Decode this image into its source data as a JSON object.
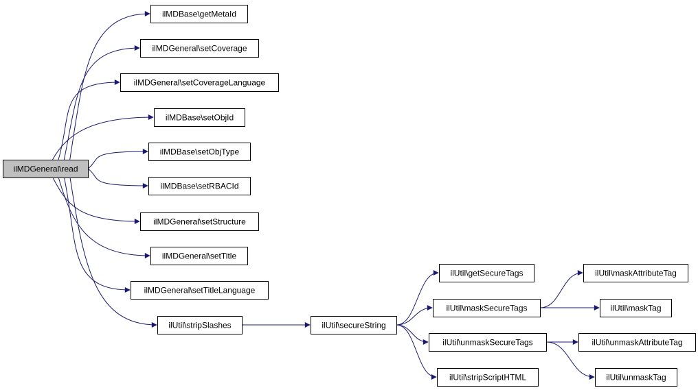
{
  "colors": {
    "edge": "#191970",
    "node_border": "#000000",
    "node_fill": "#ffffff",
    "root_fill": "#bfbfbf"
  },
  "nodes": [
    {
      "id": "read",
      "label": "ilMDGeneral\\read",
      "highlight": true
    },
    {
      "id": "getMetaId",
      "label": "ilMDBase\\getMetaId"
    },
    {
      "id": "setCoverage",
      "label": "ilMDGeneral\\setCoverage"
    },
    {
      "id": "setCoverageLanguage",
      "label": "ilMDGeneral\\setCoverageLanguage"
    },
    {
      "id": "setObjId",
      "label": "ilMDBase\\setObjId"
    },
    {
      "id": "setObjType",
      "label": "ilMDBase\\setObjType"
    },
    {
      "id": "setRBACId",
      "label": "ilMDBase\\setRBACId"
    },
    {
      "id": "setStructure",
      "label": "ilMDGeneral\\setStructure"
    },
    {
      "id": "setTitle",
      "label": "ilMDGeneral\\setTitle"
    },
    {
      "id": "setTitleLanguage",
      "label": "ilMDGeneral\\setTitleLanguage"
    },
    {
      "id": "stripSlashes",
      "label": "ilUtil\\stripSlashes"
    },
    {
      "id": "secureString",
      "label": "ilUtil\\secureString"
    },
    {
      "id": "getSecureTags",
      "label": "ilUtil\\getSecureTags"
    },
    {
      "id": "maskSecureTags",
      "label": "ilUtil\\maskSecureTags"
    },
    {
      "id": "unmaskSecureTags",
      "label": "ilUtil\\unmaskSecureTags"
    },
    {
      "id": "stripScriptHTML",
      "label": "ilUtil\\stripScriptHTML"
    },
    {
      "id": "maskAttributeTag",
      "label": "ilUtil\\maskAttributeTag"
    },
    {
      "id": "maskTag",
      "label": "ilUtil\\maskTag"
    },
    {
      "id": "unmaskAttributeTag",
      "label": "ilUtil\\unmaskAttributeTag"
    },
    {
      "id": "unmaskTag",
      "label": "ilUtil\\unmaskTag"
    }
  ],
  "edges": [
    {
      "from": "read",
      "to": "getMetaId"
    },
    {
      "from": "read",
      "to": "setCoverage"
    },
    {
      "from": "read",
      "to": "setCoverageLanguage"
    },
    {
      "from": "read",
      "to": "setObjId"
    },
    {
      "from": "read",
      "to": "setObjType"
    },
    {
      "from": "read",
      "to": "setRBACId"
    },
    {
      "from": "read",
      "to": "setStructure"
    },
    {
      "from": "read",
      "to": "setTitle"
    },
    {
      "from": "read",
      "to": "setTitleLanguage"
    },
    {
      "from": "read",
      "to": "stripSlashes"
    },
    {
      "from": "stripSlashes",
      "to": "secureString"
    },
    {
      "from": "secureString",
      "to": "getSecureTags"
    },
    {
      "from": "secureString",
      "to": "maskSecureTags"
    },
    {
      "from": "secureString",
      "to": "unmaskSecureTags"
    },
    {
      "from": "secureString",
      "to": "stripScriptHTML"
    },
    {
      "from": "maskSecureTags",
      "to": "maskAttributeTag"
    },
    {
      "from": "maskSecureTags",
      "to": "maskTag"
    },
    {
      "from": "unmaskSecureTags",
      "to": "unmaskAttributeTag"
    },
    {
      "from": "unmaskSecureTags",
      "to": "unmaskTag"
    }
  ]
}
